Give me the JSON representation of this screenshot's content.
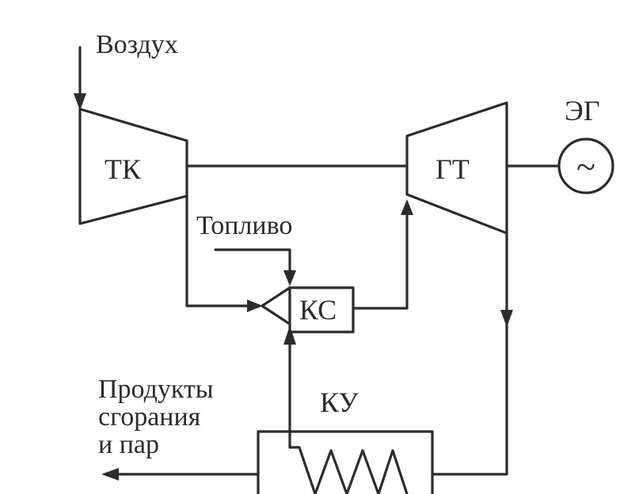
{
  "labels": {
    "air": "Воздух",
    "compressor": "ТК",
    "turbine": "ГТ",
    "generator": "ЭГ",
    "generator_symbol": "~",
    "fuel": "Топливо",
    "combustor": "КС",
    "boiler": "КУ",
    "exhaust_line1": "Продукты",
    "exhaust_line2": "сгорания",
    "exhaust_line3": "и пар"
  },
  "colors": {
    "ink": "#2b2b2b",
    "background": "#ffffff"
  }
}
